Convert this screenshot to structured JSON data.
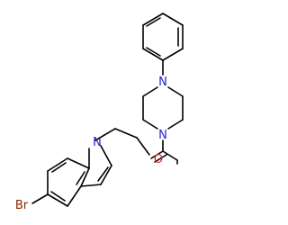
{
  "molecule": {
    "atoms": {
      "n_piperazine_top": {
        "text": "N",
        "color": "#1f1fcc"
      },
      "n_piperazine_bottom": {
        "text": "N",
        "color": "#1f1fcc"
      },
      "n_indole": {
        "text": "N",
        "color": "#1f1fcc"
      },
      "o_carbonyl": {
        "text": "O",
        "color": "#dd1f1f"
      },
      "br": {
        "text": "Br",
        "color": "#8b2500"
      }
    }
  }
}
